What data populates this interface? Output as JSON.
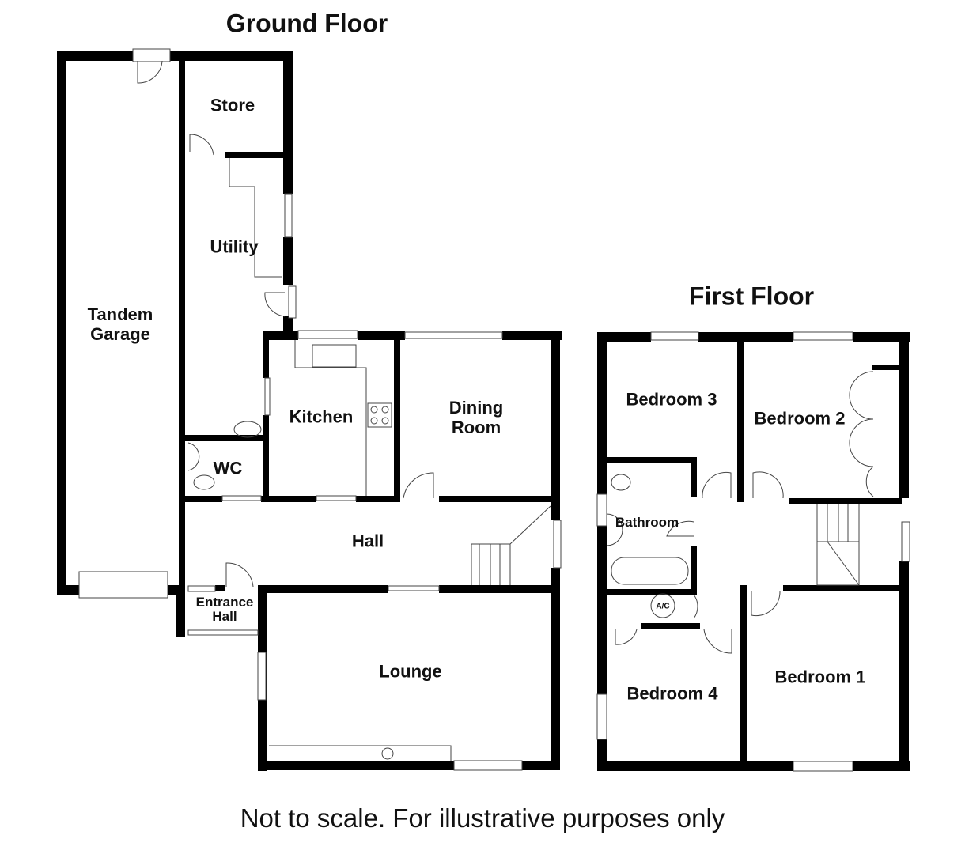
{
  "ground_floor": {
    "title": "Ground Floor",
    "rooms": {
      "garage": "Tandem\nGarage",
      "store": "Store",
      "utility": "Utility",
      "kitchen": "Kitchen",
      "dining": "Dining\nRoom",
      "wc": "WC",
      "hall": "Hall",
      "entrance": "Entrance\nHall",
      "lounge": "Lounge"
    }
  },
  "first_floor": {
    "title": "First Floor",
    "rooms": {
      "bed3": "Bedroom 3",
      "bed2": "Bedroom 2",
      "bathroom": "Bathroom",
      "airing": "A/C",
      "bed4": "Bedroom 4",
      "bed1": "Bedroom 1"
    }
  },
  "footer": "Not to scale. For illustrative purposes only"
}
